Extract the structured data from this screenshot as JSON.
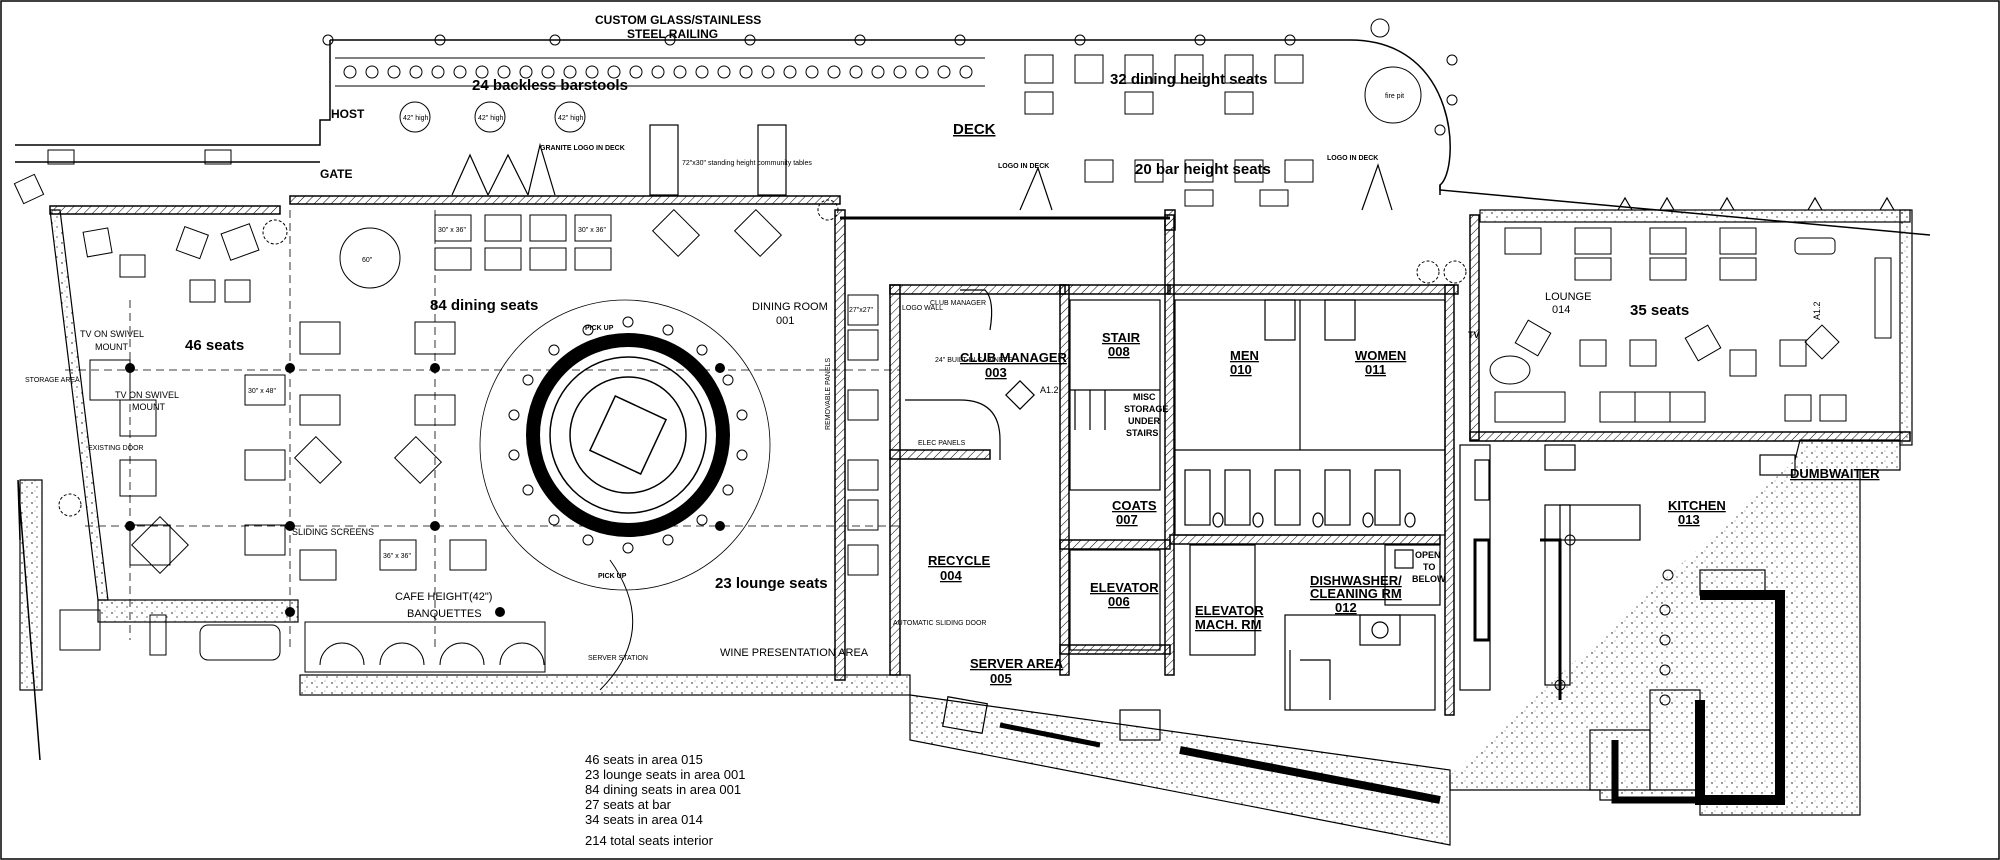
{
  "top": {
    "railing": [
      "CUSTOM GLASS/STAINLESS",
      "STEEL RAILING"
    ],
    "barstools": "24 backless barstools",
    "host": "HOST",
    "gate": "GATE",
    "dining_height": "32 dining height seats",
    "deck": "DECK",
    "bar_height": "20 bar height seats",
    "fire_pit": "fire pit",
    "logo_deck_1": "GRANITE LOGO IN DECK",
    "logo_deck_2": "LOGO IN DECK",
    "logo_deck_3": "LOGO IN DECK",
    "community_tables": "72\"x30\" standing height community tables",
    "high_42": "42\" high"
  },
  "rooms": {
    "tv_mount_1": "TV ON SWIVEL",
    "tv_mount_1b": "MOUNT",
    "tv_mount_2": "TV ON SWIVEL",
    "tv_mount_2b": "MOUNT",
    "seats_46": "46 seats",
    "storage": "STORAGE AREA",
    "existing_door": "EXISTING DOOR",
    "dining_84": "84 dining seats",
    "dining_room": "DINING ROOM",
    "dining_room_num": "001",
    "pick_up_1": "PICK UP",
    "pick_up_2": "PICK UP",
    "lounge_23": "23 lounge seats",
    "cafe_height": "CAFE HEIGHT(42\")",
    "banquettes": "BANQUETTES",
    "sliding_screens": "SLIDING SCREENS",
    "server_station": "SERVER STATION",
    "wine_area": "WINE PRESENTATION AREA",
    "club_manager": "CLUB MANAGER",
    "club_manager_num": "003",
    "recycle": "RECYCLE",
    "recycle_num": "004",
    "server_area": "SERVER AREA",
    "server_area_num": "005",
    "stair": "STAIR",
    "stair_num": "008",
    "misc_storage": [
      "MISC",
      "STORAGE",
      "UNDER",
      "STAIRS"
    ],
    "coats": "COATS",
    "coats_num": "007",
    "elevator": "ELEVATOR",
    "elevator_num": "006",
    "men": "MEN",
    "men_num": "010",
    "women": "WOMEN",
    "women_num": "011",
    "elevator_mach": "ELEVATOR",
    "elevator_mach_2": "MACH. RM",
    "dishwasher": "DISHWASHER/",
    "dishwasher_2": "CLEANING RM",
    "dishwasher_num": "012",
    "open_below": [
      "OPEN",
      "TO",
      "BELOW"
    ],
    "lounge": "LOUNGE",
    "lounge_num": "014",
    "seats_35": "35 seats",
    "tv": "TV",
    "kitchen": "KITCHEN",
    "kitchen_num": "013",
    "dumbwaiter": "DUMBWAITER",
    "a12_1": "A1.2",
    "a12_2": "A1.2",
    "automatic_door": "AUTOMATIC SLIDING DOOR",
    "elec_panels": "ELEC PANELS",
    "logo_wall": "LOGO WALL",
    "builtin": "24\" BUILT-IN CABINETS",
    "club_mgr_small": "CLUB MANAGER",
    "removable": "REMOVABLE PANELS",
    "table_60": "60\"",
    "table_30x36": "30\" x 36\"",
    "table_36x36": "36\" x 36\"",
    "table_30x48": "30\" x 48\"",
    "table_27x27": "27\"x27\""
  },
  "summary": [
    "46 seats in area 015",
    "23 lounge seats in area 001",
    "84 dining seats in area 001",
    "27 seats at bar",
    "34 seats in area 014",
    "214 total seats interior"
  ]
}
